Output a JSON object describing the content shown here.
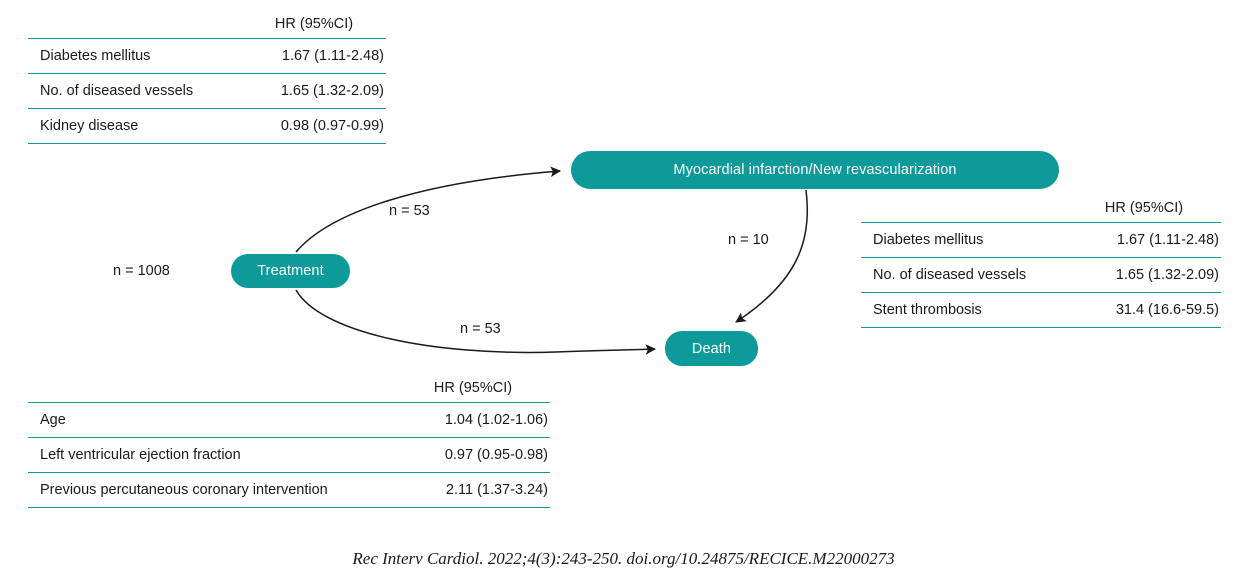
{
  "figure": {
    "citation": "Rec Interv Cardiol. 2022;4(3):243-250. doi.org/10.24875/RECICE.M22000273",
    "accent_color": "#0e9a9a",
    "rule_color": "#0e9a9a",
    "node_text_color": "#ffffff",
    "arrow_color": "#1a1a1a"
  },
  "nodes": {
    "treatment": "Treatment",
    "myocardial_infarction": "Myocardial infarction/New revascularization",
    "death": "Death"
  },
  "edges": {
    "baseline": "n = 1008",
    "treatment_to_mi": "n = 53",
    "treatment_to_death": "n = 53",
    "mi_to_death": "n = 10"
  },
  "tables": {
    "top": {
      "header": "HR (95%CI)",
      "rows": [
        {
          "label": "Diabetes mellitus",
          "value": "1.67 (1.11-2.48)"
        },
        {
          "label": "No. of diseased vessels",
          "value": "1.65 (1.32-2.09)"
        },
        {
          "label": "Kidney disease",
          "value": "0.98 (0.97-0.99)"
        }
      ]
    },
    "right": {
      "header": "HR (95%CI)",
      "rows": [
        {
          "label": "Diabetes mellitus",
          "value": "1.67 (1.11-2.48)"
        },
        {
          "label": "No. of diseased vessels",
          "value": "1.65 (1.32-2.09)"
        },
        {
          "label": "Stent thrombosis",
          "value": "31.4 (16.6-59.5)"
        }
      ]
    },
    "bottom": {
      "header": "HR (95%CI)",
      "rows": [
        {
          "label": "Age",
          "value": "1.04 (1.02-1.06)"
        },
        {
          "label": "Left ventricular ejection fraction",
          "value": "0.97 (0.95-0.98)"
        },
        {
          "label": "Previous percutaneous coronary intervention",
          "value": "2.11 (1.37-3.24)"
        }
      ]
    }
  }
}
